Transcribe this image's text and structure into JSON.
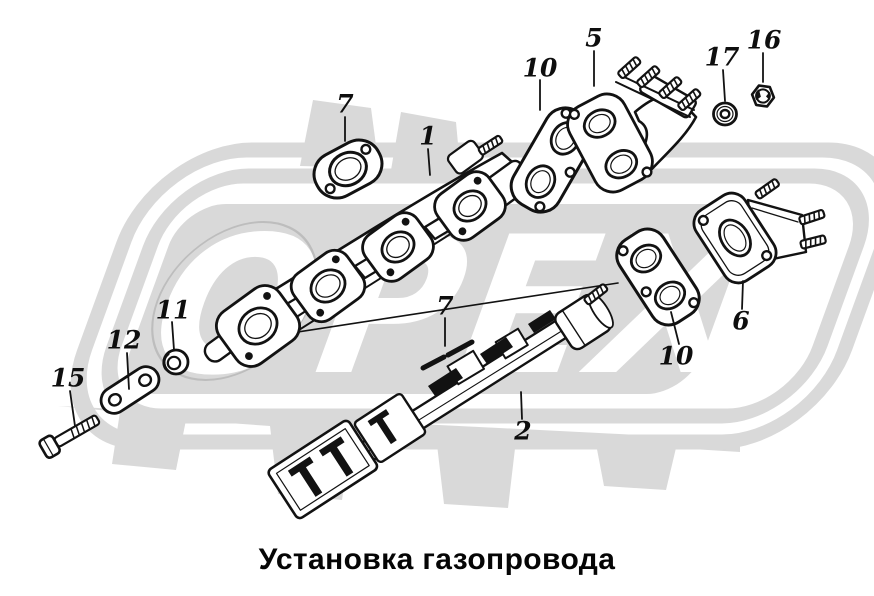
{
  "figure": {
    "caption": "Установка газопровода",
    "watermark": {
      "text": "ОРЕХ",
      "color": "#d9d9d9"
    },
    "line_color": "#121212",
    "background": "#ffffff"
  },
  "labels": [
    {
      "text": "7"
    },
    {
      "text": "1"
    },
    {
      "text": "10"
    },
    {
      "text": "5"
    },
    {
      "text": "17"
    },
    {
      "text": "16"
    },
    {
      "text": "6"
    },
    {
      "text": "10"
    },
    {
      "text": "2"
    },
    {
      "text": "7"
    },
    {
      "text": "11"
    },
    {
      "text": "12"
    },
    {
      "text": "15"
    }
  ]
}
